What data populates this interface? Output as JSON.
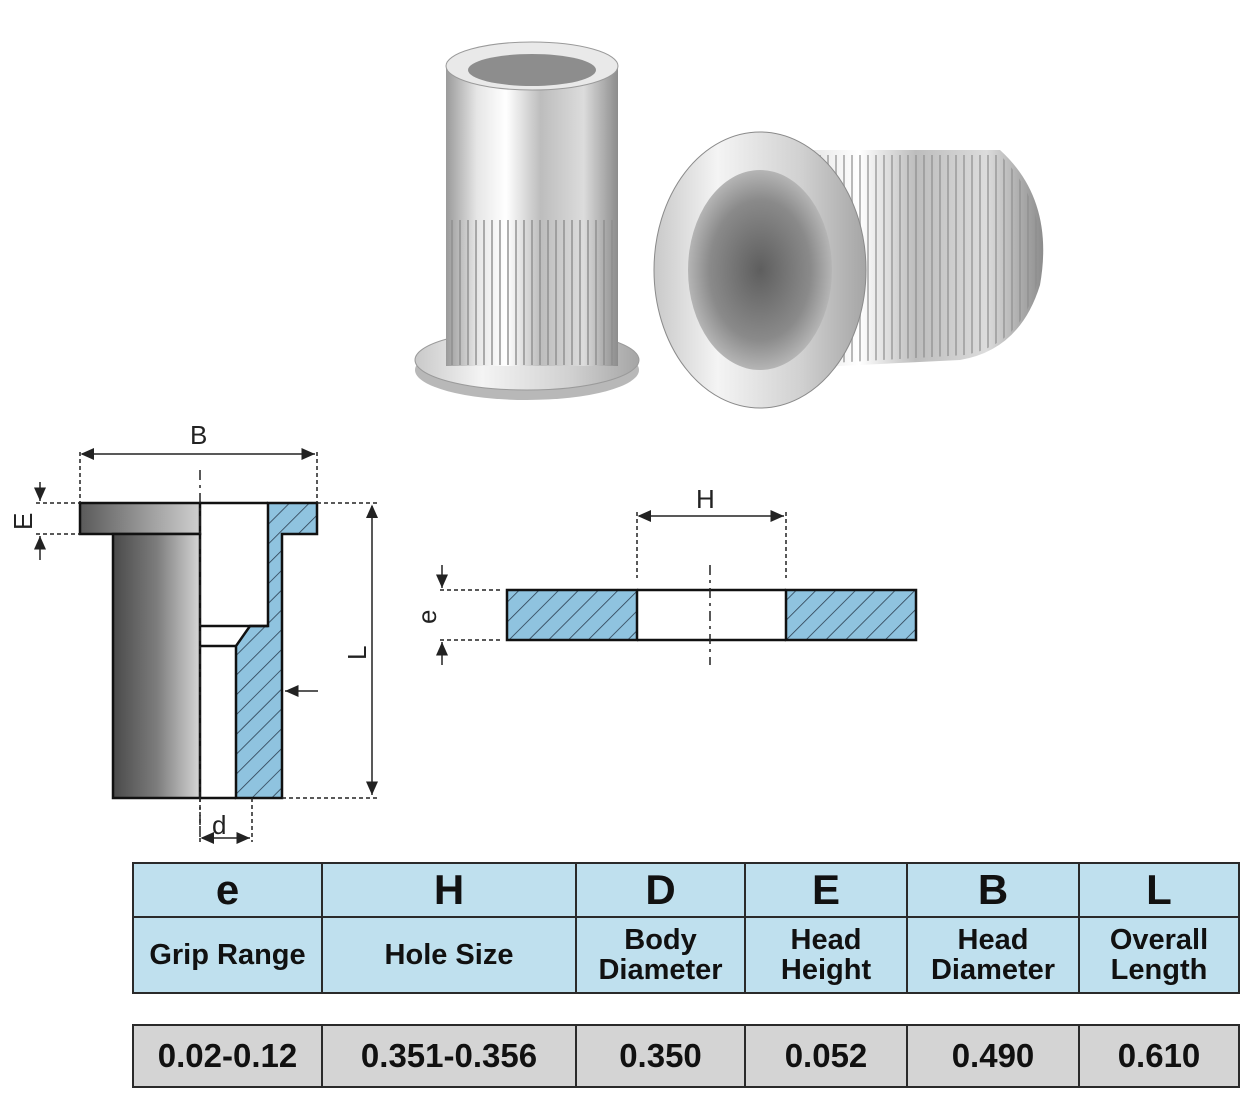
{
  "diagram_labels": {
    "B": "B",
    "E": "E",
    "L": "L",
    "d": "d",
    "H": "H",
    "e": "e"
  },
  "table": {
    "symbols": [
      "e",
      "H",
      "D",
      "E",
      "B",
      "L"
    ],
    "names": [
      [
        "Grip Range"
      ],
      [
        "Hole Size"
      ],
      [
        "Body",
        "Diameter"
      ],
      [
        "Head",
        "Height"
      ],
      [
        "Head",
        "Diameter"
      ],
      [
        "Overall",
        "Length"
      ]
    ],
    "values": [
      "0.02-0.12",
      "0.351-0.356",
      "0.350",
      "0.052",
      "0.490",
      "0.610"
    ]
  },
  "colors": {
    "header_fill": "#bfe0ee",
    "value_fill": "#d4d4d4",
    "hatch_fill": "#8fc3df"
  },
  "icons": {
    "photo": "rivet-nut-photo"
  }
}
